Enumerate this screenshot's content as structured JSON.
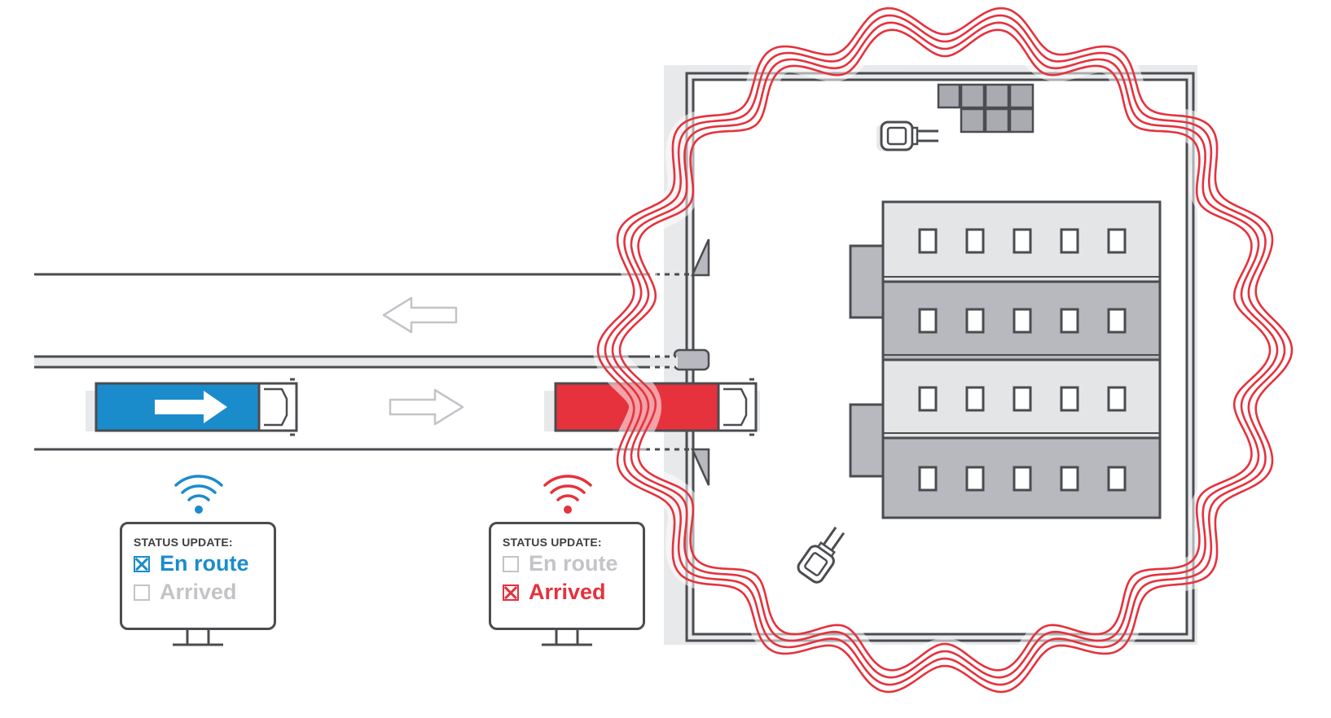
{
  "colors": {
    "blue": "#1b8ccb",
    "red": "#e5323d",
    "dark": "#4a4c50",
    "gray_light": "#e4e5e7",
    "gray_mid": "#b7b9bf",
    "gray_dark": "#a9abb1",
    "inactive_text": "#c3c4c8"
  },
  "monitors": [
    {
      "title": "STATUS UPDATE:",
      "items": [
        {
          "label": "En route",
          "checked": true
        },
        {
          "label": "Arrived",
          "checked": false
        }
      ],
      "accent": "#1b8ccb"
    },
    {
      "title": "STATUS UPDATE:",
      "items": [
        {
          "label": "En route",
          "checked": false
        },
        {
          "label": "Arrived",
          "checked": true
        }
      ],
      "accent": "#e5323d"
    }
  ],
  "icons": {
    "arrow_left": "arrow-left-icon",
    "arrow_right": "arrow-right-icon",
    "wifi": "wifi-signal-icon",
    "truck": "truck-icon",
    "sensor": "gps-tracker-icon",
    "building": "warehouse-building-icon",
    "geofence": "geofence-boundary-icon"
  }
}
